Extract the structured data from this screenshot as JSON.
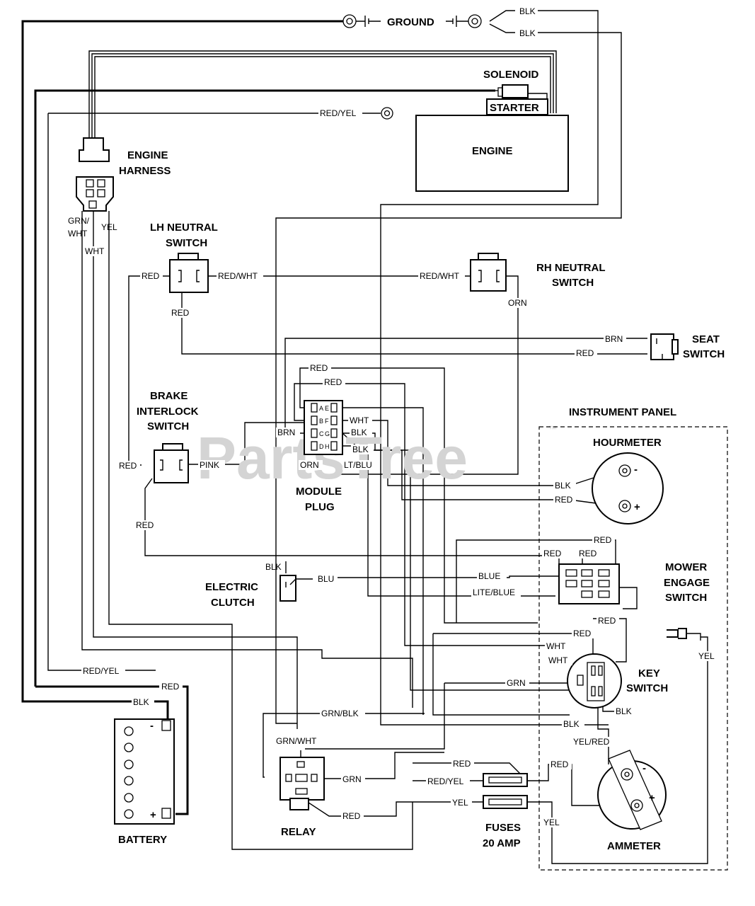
{
  "watermark": {
    "text": "PartsTree",
    "tm": "™"
  },
  "components": {
    "ground": "GROUND",
    "solenoid": "SOLENOID",
    "starter": "STARTER",
    "engine": "ENGINE",
    "engine_harness": [
      "ENGINE",
      "HARNESS"
    ],
    "lh_neutral_switch": [
      "LH NEUTRAL",
      "SWITCH"
    ],
    "rh_neutral_switch": [
      "RH NEUTRAL",
      "SWITCH"
    ],
    "seat_switch": [
      "SEAT",
      "SWITCH"
    ],
    "brake_interlock_switch": [
      "BRAKE",
      "INTERLOCK",
      "SWITCH"
    ],
    "instrument_panel": "INSTRUMENT PANEL",
    "hourmeter": "HOURMETER",
    "module_plug": [
      "MODULE",
      "PLUG"
    ],
    "mower_engage_switch": [
      "MOWER",
      "ENGAGE",
      "SWITCH"
    ],
    "electric_clutch": [
      "ELECTRIC",
      "CLUTCH"
    ],
    "key_switch": [
      "KEY",
      "SWITCH"
    ],
    "battery": "BATTERY",
    "relay": "RELAY",
    "fuses": [
      "FUSES",
      "20 AMP"
    ],
    "ammeter": "AMMETER"
  },
  "module_pins": {
    "left": [
      "A",
      "B",
      "C",
      "D"
    ],
    "right": [
      "E",
      "F",
      "G",
      "H"
    ]
  },
  "terminal_signs": {
    "minus": "-",
    "plus": "+"
  },
  "wire_labels": {
    "blk_gnd_1": "BLK",
    "blk_gnd_2": "BLK",
    "red_yel_top": "RED/YEL",
    "grn_wht": [
      "GRN/",
      "WHT"
    ],
    "yel_harness": "YEL",
    "wht_harness": "WHT",
    "red_lh_left": "RED",
    "red_wht_lh": "RED/WHT",
    "red_wht_rh": "RED/WHT",
    "red_lh_below": "RED",
    "orn_rh": "ORN",
    "brn_seat": "BRN",
    "red_seat": "RED",
    "red_mod_1": "RED",
    "red_mod_2": "RED",
    "wht_mod": "WHT",
    "blk_mod_1": "BLK",
    "blk_mod_2": "BLK",
    "brn_mod": "BRN",
    "orn_mod": "ORN",
    "lt_blu_mod": "LT/BLU",
    "red_brake": "RED",
    "pink_brake": "PINK",
    "red_brake_below": "RED",
    "blk_hour": "BLK",
    "red_hour": "RED",
    "red_mes_top": "RED",
    "red_mes_1": "RED",
    "red_mes_2": "RED",
    "blk_clutch": "BLK",
    "blu_clutch": "BLU",
    "blue_mes": "BLUE",
    "lite_blue_mes": "LITE/BLUE",
    "red_key_1": "RED",
    "red_key_2": "RED",
    "wht_key_1": "WHT",
    "wht_key_2": "WHT",
    "yel_panel": "YEL",
    "red_yel_left": "RED/YEL",
    "grn_key": "GRN",
    "red_batt": "RED",
    "blk_batt": "BLK",
    "grn_blk_relay": "GRN/BLK",
    "blk_key": "BLK",
    "blk_key_2": "BLK",
    "grn_wht_relay": "GRN/WHT",
    "yel_red_key": "YEL/RED",
    "red_fuse_1": "RED",
    "red_yel_fuse": "RED/YEL",
    "red_amm": "RED",
    "grn_relay": "GRN",
    "yel_fuse": "YEL",
    "red_relay": "RED",
    "yel_amm": "YEL"
  }
}
